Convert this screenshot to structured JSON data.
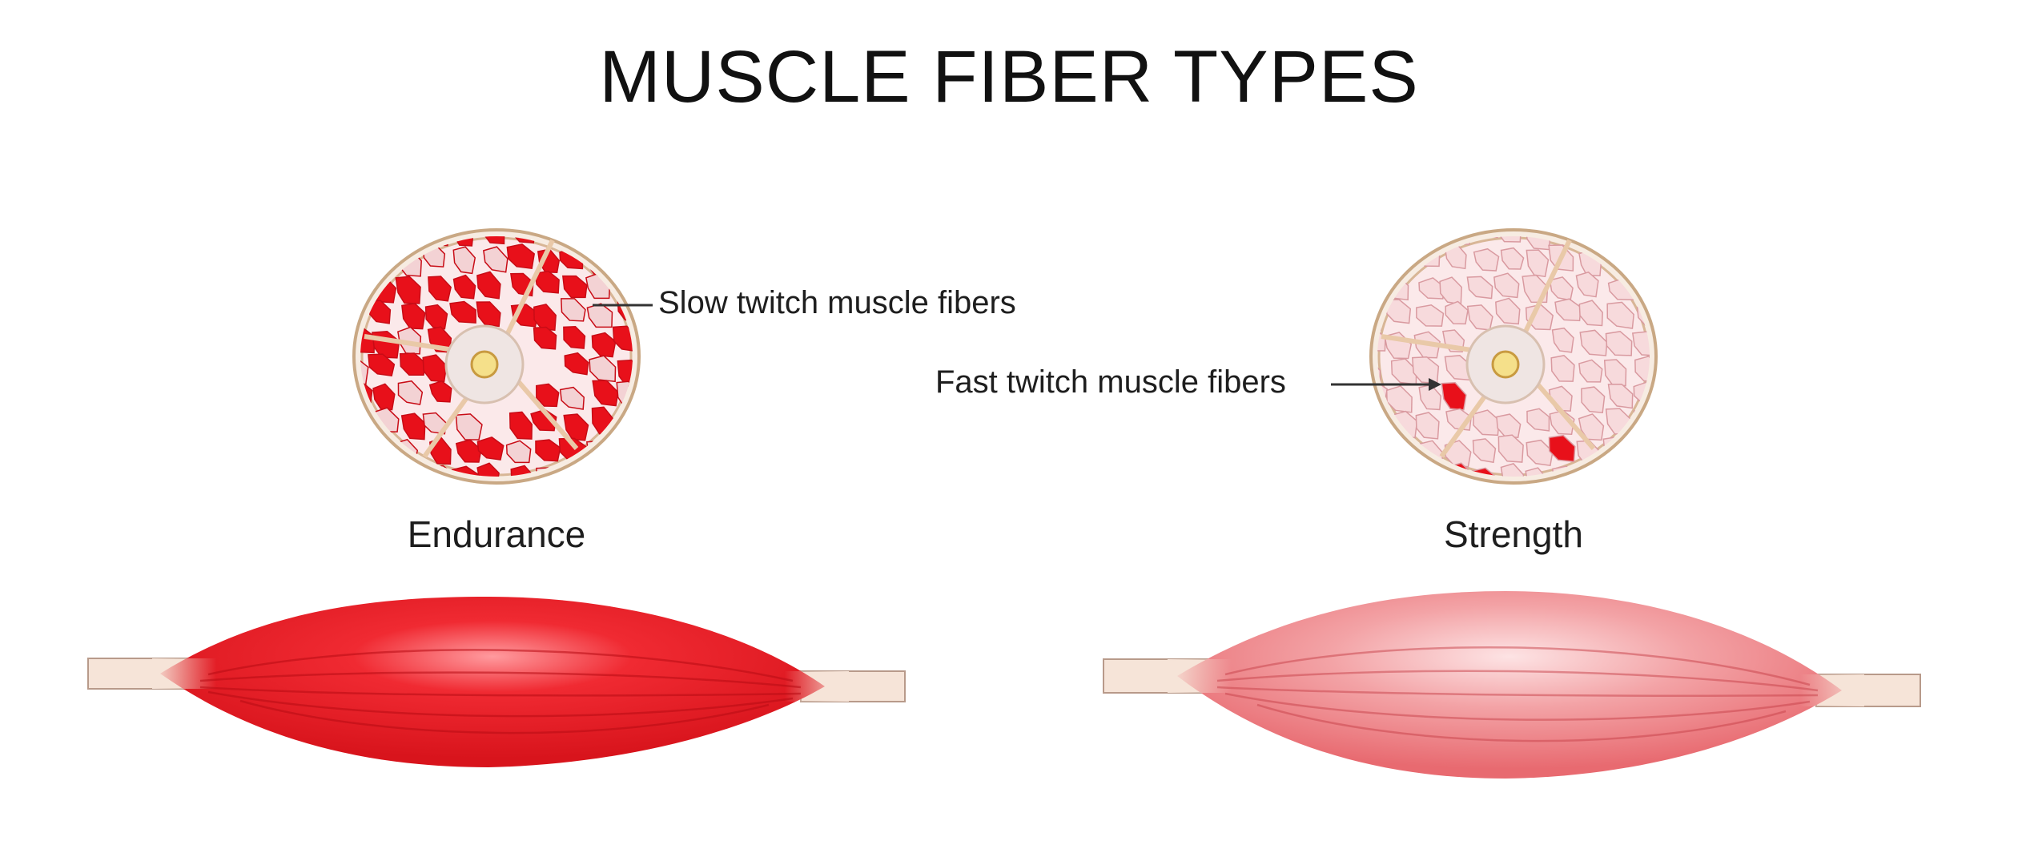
{
  "title": "MUSCLE FIBER TYPES",
  "panels": [
    {
      "caption": "Endurance",
      "callout": "Slow twitch muscle fibers",
      "fiber_type": "slow-twitch",
      "accent": "#e8101a"
    },
    {
      "caption": "Strength",
      "callout": "Fast twitch muscle fibers",
      "fiber_type": "fast-twitch",
      "accent": "#f3c6c8"
    }
  ],
  "colors": {
    "red_fiber": "#e8101a",
    "pale_fiber": "#f7dadc",
    "sheath": "#e9c9a8",
    "nerve_core": "#f0e6c0",
    "tendon": "#f6e4d8",
    "text": "#1e1e1e"
  },
  "icons": [
    "muscle-cross-section-icon",
    "muscle-belly-icon",
    "tendon-icon",
    "callout-arrow-icon"
  ]
}
